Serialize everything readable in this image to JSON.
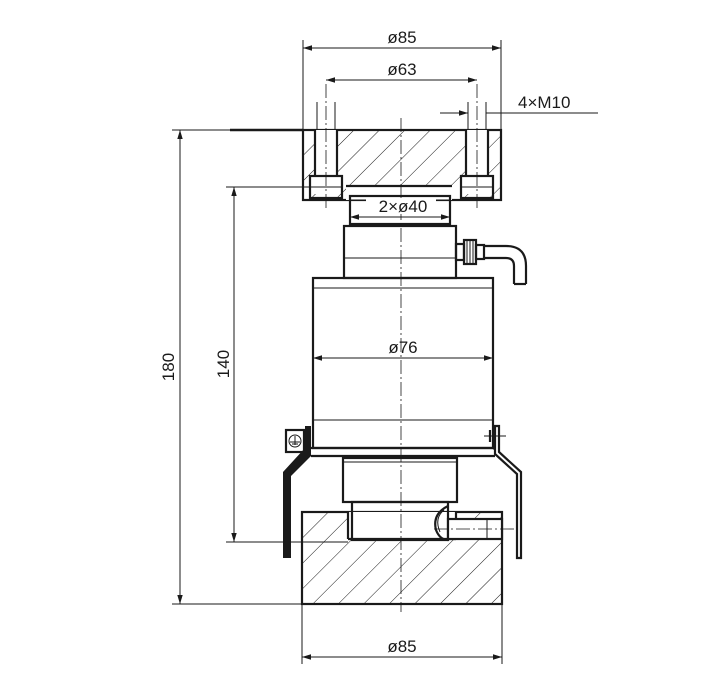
{
  "dimensions": {
    "top_flange_diameter": "ø85",
    "bolt_circle_diameter": "ø63",
    "bolt_spec": "4×M10",
    "pin_spec": "2×ø40",
    "body_diameter": "ø76",
    "bottom_base_diameter": "ø85",
    "overall_height": "180",
    "sensor_height": "140"
  }
}
